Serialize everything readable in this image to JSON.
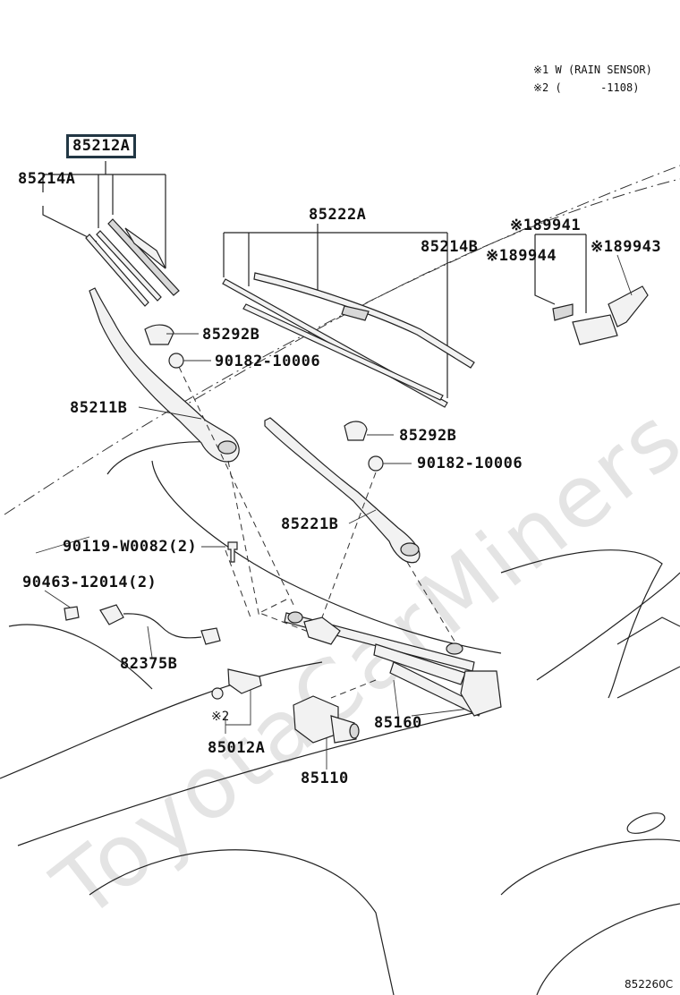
{
  "notes": {
    "note1": "※1 W (RAIN SENSOR)",
    "note2": "※2 (      -1108)"
  },
  "labels": {
    "p85212A": "85212A",
    "p85214A": "85214A",
    "p85222A": "85222A",
    "p85214B": "85214B",
    "p89941": "※189941",
    "p89944": "※189944",
    "p89943": "※189943",
    "p85292B_1": "85292B",
    "p90182_1": "90182-10006",
    "p85211B": "85211B",
    "p85292B_2": "85292B",
    "p90182_2": "90182-10006",
    "p85221B": "85221B",
    "p90119": "90119-W0082(2)",
    "p90463": "90463-12014(2)",
    "p82375B": "82375B",
    "note2ref": "※2",
    "p85012A": "85012A",
    "p85160": "85160",
    "p85110": "85110"
  },
  "watermark": "ToyotaCarMiners.ru",
  "diagram_code": "852260C"
}
